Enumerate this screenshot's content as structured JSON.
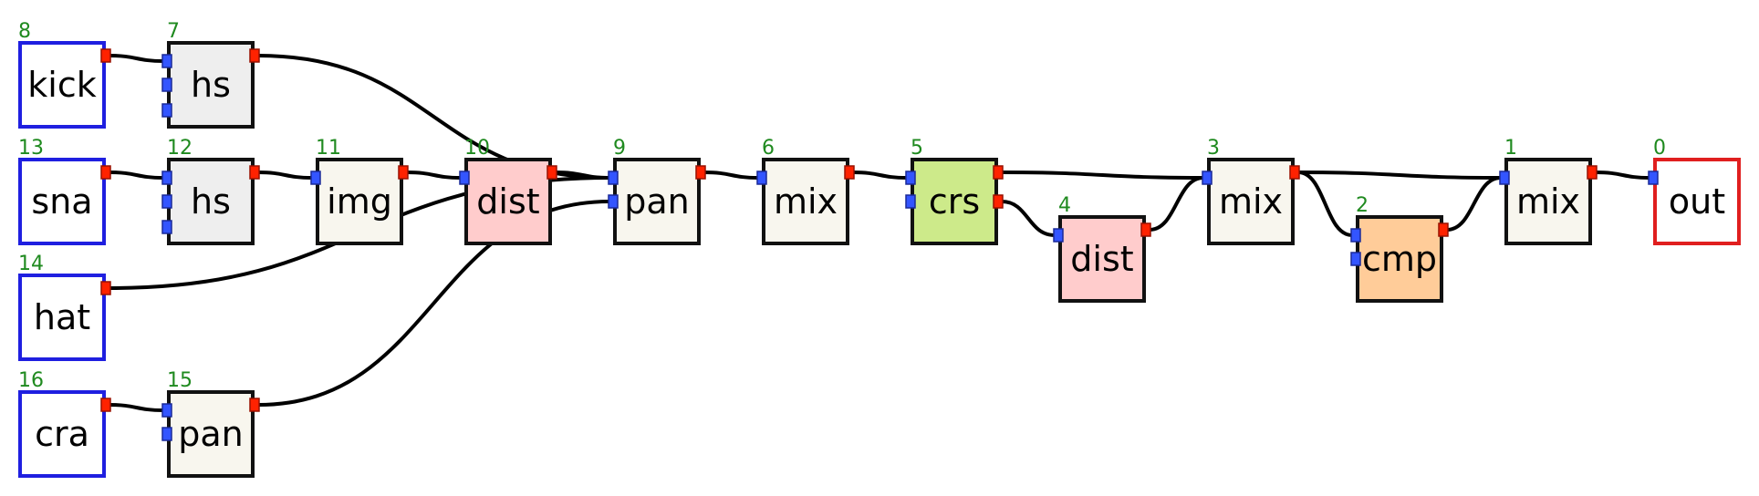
{
  "colors": {
    "input_border": "#1f1fe0",
    "output_border": "#e01f1f",
    "node_border": "#111111",
    "port_in": "#3355ff",
    "port_out": "#ff2200",
    "id_label": "#1f8a1f",
    "fill_hs": "#eeeeee",
    "fill_default": "#f8f6ee",
    "fill_dist": "#ffcccc",
    "fill_crs": "#cdea8a",
    "fill_cmp": "#ffcc99",
    "fill_io": "#ffffff"
  },
  "nodes": [
    {
      "id": "8",
      "label": "kick",
      "kind": "input",
      "fill": "fill_io",
      "in_ports": 0,
      "out_ports": 1
    },
    {
      "id": "7",
      "label": "hs",
      "kind": "proc",
      "fill": "fill_hs",
      "in_ports": 3,
      "out_ports": 1
    },
    {
      "id": "13",
      "label": "sna",
      "kind": "input",
      "fill": "fill_io",
      "in_ports": 0,
      "out_ports": 1
    },
    {
      "id": "12",
      "label": "hs",
      "kind": "proc",
      "fill": "fill_hs",
      "in_ports": 3,
      "out_ports": 1
    },
    {
      "id": "11",
      "label": "img",
      "kind": "proc",
      "fill": "fill_default",
      "in_ports": 1,
      "out_ports": 1
    },
    {
      "id": "10",
      "label": "dist",
      "kind": "proc",
      "fill": "fill_dist",
      "in_ports": 1,
      "out_ports": 1
    },
    {
      "id": "9",
      "label": "pan",
      "kind": "proc",
      "fill": "fill_default",
      "in_ports": 2,
      "out_ports": 1
    },
    {
      "id": "6",
      "label": "mix",
      "kind": "proc",
      "fill": "fill_default",
      "in_ports": 1,
      "out_ports": 1
    },
    {
      "id": "5",
      "label": "crs",
      "kind": "proc",
      "fill": "fill_crs",
      "in_ports": 2,
      "out_ports": 2
    },
    {
      "id": "4",
      "label": "dist",
      "kind": "proc",
      "fill": "fill_dist",
      "in_ports": 1,
      "out_ports": 1
    },
    {
      "id": "3",
      "label": "mix",
      "kind": "proc",
      "fill": "fill_default",
      "in_ports": 1,
      "out_ports": 1
    },
    {
      "id": "2",
      "label": "cmp",
      "kind": "proc",
      "fill": "fill_cmp",
      "in_ports": 2,
      "out_ports": 1
    },
    {
      "id": "1",
      "label": "mix",
      "kind": "proc",
      "fill": "fill_default",
      "in_ports": 1,
      "out_ports": 1
    },
    {
      "id": "0",
      "label": "out",
      "kind": "output",
      "fill": "fill_io",
      "in_ports": 1,
      "out_ports": 0
    },
    {
      "id": "14",
      "label": "hat",
      "kind": "input",
      "fill": "fill_io",
      "in_ports": 0,
      "out_ports": 1
    },
    {
      "id": "16",
      "label": "cra",
      "kind": "input",
      "fill": "fill_io",
      "in_ports": 0,
      "out_ports": 1
    },
    {
      "id": "15",
      "label": "pan",
      "kind": "proc",
      "fill": "fill_default",
      "in_ports": 2,
      "out_ports": 1
    }
  ],
  "edges": [
    {
      "from": "8",
      "from_port": 0,
      "to": "7",
      "to_port": 0
    },
    {
      "from": "7",
      "from_port": 0,
      "to": "9",
      "to_port": 0
    },
    {
      "from": "13",
      "from_port": 0,
      "to": "12",
      "to_port": 0
    },
    {
      "from": "12",
      "from_port": 0,
      "to": "11",
      "to_port": 0
    },
    {
      "from": "11",
      "from_port": 0,
      "to": "10",
      "to_port": 0
    },
    {
      "from": "10",
      "from_port": 0,
      "to": "9",
      "to_port": 0
    },
    {
      "from": "14",
      "from_port": 0,
      "to": "9",
      "to_port": 0
    },
    {
      "from": "15",
      "from_port": 0,
      "to": "9",
      "to_port": 1
    },
    {
      "from": "16",
      "from_port": 0,
      "to": "15",
      "to_port": 0
    },
    {
      "from": "9",
      "from_port": 0,
      "to": "6",
      "to_port": 0
    },
    {
      "from": "6",
      "from_port": 0,
      "to": "5",
      "to_port": 0
    },
    {
      "from": "5",
      "from_port": 0,
      "to": "3",
      "to_port": 0
    },
    {
      "from": "5",
      "from_port": 1,
      "to": "4",
      "to_port": 0
    },
    {
      "from": "4",
      "from_port": 0,
      "to": "3",
      "to_port": 0
    },
    {
      "from": "3",
      "from_port": 0,
      "to": "1",
      "to_port": 0
    },
    {
      "from": "3",
      "from_port": 0,
      "to": "2",
      "to_port": 0
    },
    {
      "from": "2",
      "from_port": 0,
      "to": "1",
      "to_port": 0
    },
    {
      "from": "1",
      "from_port": 0,
      "to": "0",
      "to_port": 0
    }
  ]
}
